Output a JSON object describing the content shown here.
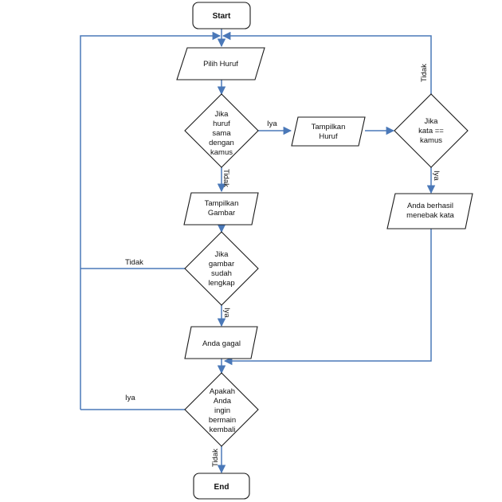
{
  "start": "Start",
  "end": "End",
  "pilih_huruf": "Pilih Huruf",
  "decision_huruf": [
    "Jika",
    "huruf",
    "sama",
    "dengan",
    "kamus"
  ],
  "tampilkan_huruf": [
    "Tampilkan",
    "Huruf"
  ],
  "decision_kata": [
    "Jika",
    "kata ==",
    "kamus"
  ],
  "anda_berhasil": [
    "Anda berhasil",
    "menebak kata"
  ],
  "tampilkan_gambar": [
    "Tampilkan",
    "Gambar"
  ],
  "decision_gambar": [
    "Jika",
    "gambar",
    "sudah",
    "lengkap"
  ],
  "anda_gagal": "Anda gagal",
  "decision_main": [
    "Apakah",
    "Anda",
    "ingin",
    "bermain",
    "kembali"
  ],
  "labels": {
    "iya_huruf": "Iya",
    "tidak_huruf": "Tidak",
    "tidak_kata": "Tidak",
    "iya_kata": "Iya",
    "tidak_gambar": "Tidak",
    "iya_gambar": "Iya",
    "iya_main": "Iya",
    "tidak_main": "Tidak"
  },
  "colors": {
    "connector": "#4a78b8",
    "outline": "#1a1a1a"
  }
}
